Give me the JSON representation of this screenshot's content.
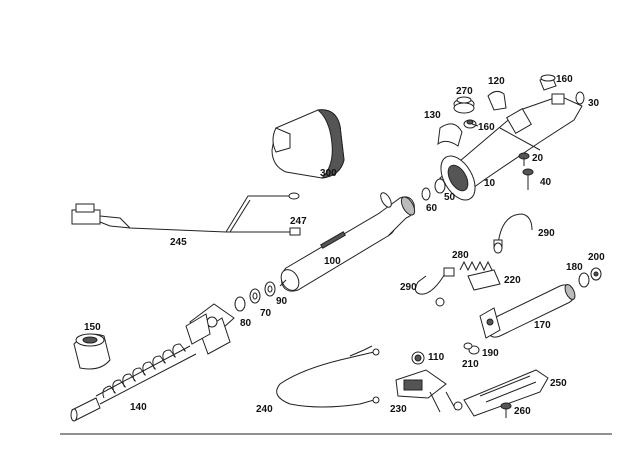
{
  "colors": {
    "line": "#222222",
    "background": "#ffffff",
    "shade": "#555555"
  },
  "callouts": [
    {
      "id": "c10",
      "text": "10"
    },
    {
      "id": "c20",
      "text": "20"
    },
    {
      "id": "c30",
      "text": "30"
    },
    {
      "id": "c40",
      "text": "40"
    },
    {
      "id": "c50",
      "text": "50"
    },
    {
      "id": "c60",
      "text": "60"
    },
    {
      "id": "c70",
      "text": "70"
    },
    {
      "id": "c80",
      "text": "80"
    },
    {
      "id": "c90",
      "text": "90"
    },
    {
      "id": "c100",
      "text": "100"
    },
    {
      "id": "c110",
      "text": "110"
    },
    {
      "id": "c120",
      "text": "120"
    },
    {
      "id": "c130",
      "text": "130"
    },
    {
      "id": "c140",
      "text": "140"
    },
    {
      "id": "c150",
      "text": "150"
    },
    {
      "id": "c160a",
      "text": "160"
    },
    {
      "id": "c160b",
      "text": "160"
    },
    {
      "id": "c170",
      "text": "170"
    },
    {
      "id": "c180",
      "text": "180"
    },
    {
      "id": "c190",
      "text": "190"
    },
    {
      "id": "c200",
      "text": "200"
    },
    {
      "id": "c210",
      "text": "210"
    },
    {
      "id": "c220",
      "text": "220"
    },
    {
      "id": "c230",
      "text": "230"
    },
    {
      "id": "c240",
      "text": "240"
    },
    {
      "id": "c245",
      "text": "245"
    },
    {
      "id": "c247",
      "text": "247"
    },
    {
      "id": "c250",
      "text": "250"
    },
    {
      "id": "c260",
      "text": "260"
    },
    {
      "id": "c270",
      "text": "270"
    },
    {
      "id": "c280",
      "text": "280"
    },
    {
      "id": "c290a",
      "text": "290"
    },
    {
      "id": "c290b",
      "text": "290"
    },
    {
      "id": "c300",
      "text": "300"
    }
  ]
}
